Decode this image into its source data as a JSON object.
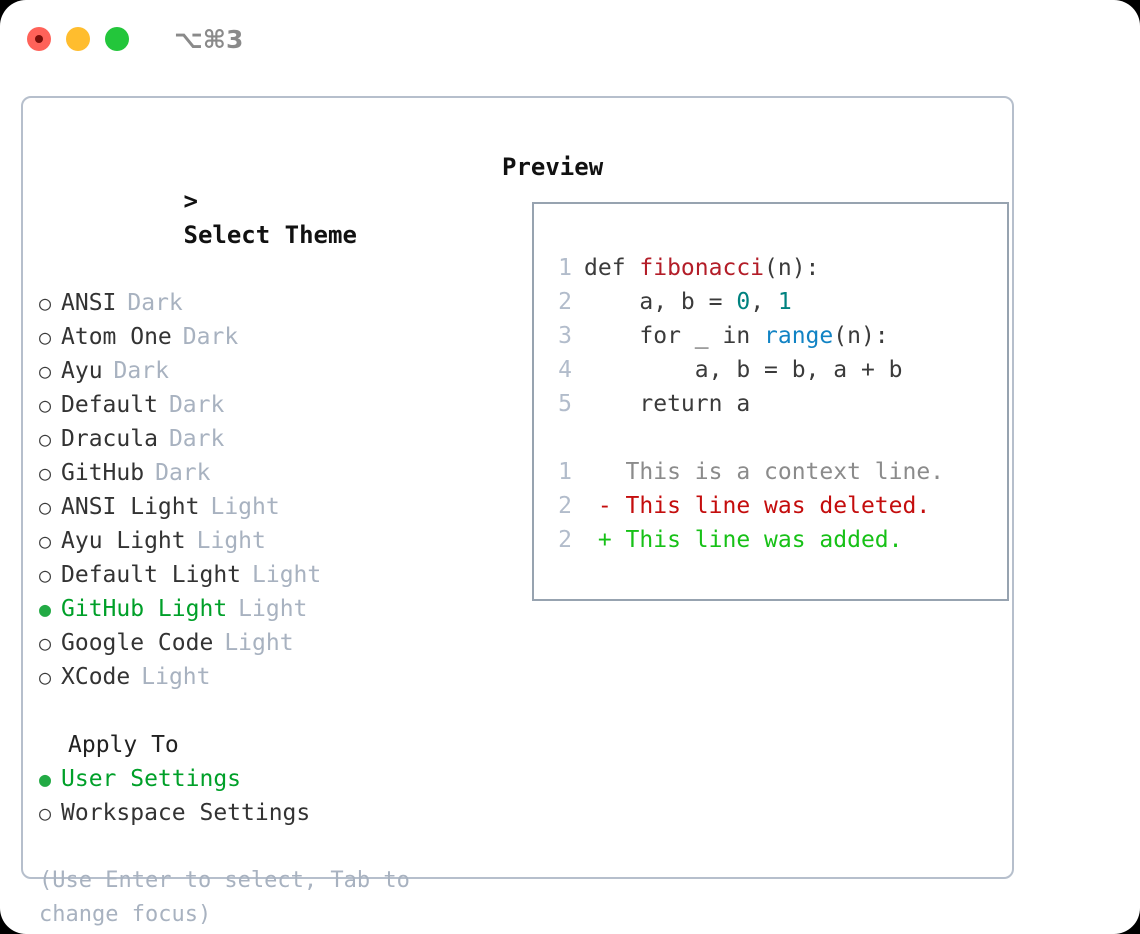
{
  "window": {
    "title": "⌥⌘3",
    "traffic_lights": [
      {
        "name": "close",
        "color": "#ff6259"
      },
      {
        "name": "minimize",
        "color": "#ffbd2e"
      },
      {
        "name": "maximize",
        "color": "#23c63b"
      }
    ]
  },
  "theme_picker": {
    "caret": ">",
    "heading": "Select Theme",
    "bullet_unselected": "○",
    "bullet_selected": "●",
    "items": [
      {
        "label": "ANSI",
        "tag": "Dark",
        "selected": false
      },
      {
        "label": "Atom One",
        "tag": "Dark",
        "selected": false
      },
      {
        "label": "Ayu",
        "tag": "Dark",
        "selected": false
      },
      {
        "label": "Default",
        "tag": "Dark",
        "selected": false
      },
      {
        "label": "Dracula",
        "tag": "Dark",
        "selected": false
      },
      {
        "label": "GitHub",
        "tag": "Dark",
        "selected": false
      },
      {
        "label": "ANSI Light",
        "tag": "Light",
        "selected": false
      },
      {
        "label": "Ayu Light",
        "tag": "Light",
        "selected": false
      },
      {
        "label": "Default Light",
        "tag": "Light",
        "selected": false
      },
      {
        "label": "GitHub Light",
        "tag": "Light",
        "selected": true
      },
      {
        "label": "Google Code",
        "tag": "Light",
        "selected": false
      },
      {
        "label": "XCode",
        "tag": "Light",
        "selected": false
      }
    ]
  },
  "apply_to": {
    "heading": "Apply To",
    "items": [
      {
        "label": "User Settings",
        "selected": true
      },
      {
        "label": "Workspace Settings",
        "selected": false
      }
    ]
  },
  "hint": "(Use Enter to select, Tab to change focus)",
  "preview": {
    "heading": "Preview",
    "code_lines": [
      {
        "no": "1",
        "indent": "",
        "segments": [
          {
            "text": "def ",
            "kind": "src"
          },
          {
            "text": "fibonacci",
            "kind": "fn"
          },
          {
            "text": "(n):",
            "kind": "src"
          }
        ]
      },
      {
        "no": "2",
        "indent": "    ",
        "segments": [
          {
            "text": "a, b = ",
            "kind": "src"
          },
          {
            "text": "0",
            "kind": "num"
          },
          {
            "text": ", ",
            "kind": "src"
          },
          {
            "text": "1",
            "kind": "num"
          }
        ]
      },
      {
        "no": "3",
        "indent": "    ",
        "segments": [
          {
            "text": "for _ in ",
            "kind": "src"
          },
          {
            "text": "range",
            "kind": "built"
          },
          {
            "text": "(n):",
            "kind": "src"
          }
        ]
      },
      {
        "no": "4",
        "indent": "        ",
        "segments": [
          {
            "text": "a, b = b, a + b",
            "kind": "src"
          }
        ]
      },
      {
        "no": "5",
        "indent": "    ",
        "segments": [
          {
            "text": "return a",
            "kind": "src"
          }
        ]
      }
    ],
    "diff_lines": [
      {
        "no": "1",
        "marker": " ",
        "text": "This is a context line.",
        "kind": "ctx"
      },
      {
        "no": "2",
        "marker": "-",
        "text": "This line was deleted.",
        "kind": "del"
      },
      {
        "no": "2",
        "marker": "+",
        "text": "This line was added.",
        "kind": "add"
      }
    ]
  },
  "colors": {
    "accent_green": "#00a029",
    "bullet_green": "#22aa44",
    "tag_grey": "#a8b2c0",
    "border": "#b6bfcc",
    "preview_border": "#97a3b0",
    "lineno": "#b2bccb",
    "fn_red": "#b31d28",
    "num_teal": "#00827f",
    "builtin_blue": "#1183c4",
    "diff_del": "#c40d0d",
    "diff_add": "#17c117",
    "diff_ctx": "#8b8b8b"
  }
}
